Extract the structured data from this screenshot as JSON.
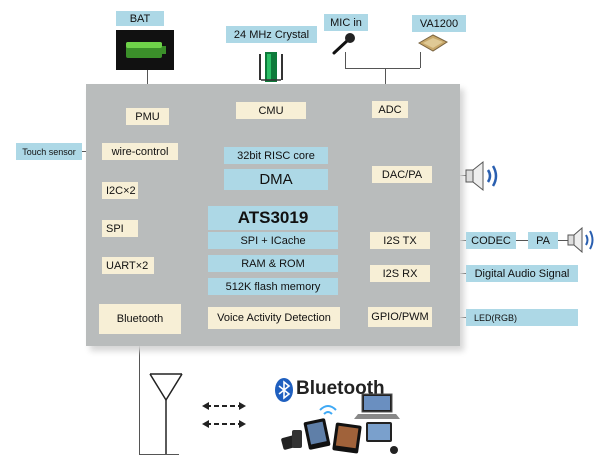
{
  "top": {
    "bat": "BAT",
    "crystal": "24 MHz Crystal",
    "mic": "MIC in",
    "va": "VA1200"
  },
  "left": {
    "pmu": "PMU",
    "touch": "Touch sensor",
    "wire": "wire-control",
    "i2c": "I2C×2",
    "spi": "SPI",
    "uart": "UART×2",
    "bluetooth": "Bluetooth"
  },
  "center": {
    "cmu": "CMU",
    "risc": "32bit RISC core",
    "dma": "DMA",
    "chip_name": "ATS3019",
    "spi_icache": "SPI + ICache",
    "ram_rom": "RAM & ROM",
    "flash": "512K flash memory",
    "vad": "Voice Activity Detection"
  },
  "right": {
    "adc": "ADC",
    "dac": "DAC/PA",
    "i2s_tx": "I2S  TX",
    "codec": "CODEC",
    "pa": "PA",
    "i2s_rx": "I2S  RX",
    "digital_audio": "Digital Audio Signal",
    "gpio": "GPIO/PWM",
    "led": "LED(RGB)"
  },
  "bottom": {
    "bluetooth_logo": "Bluetooth"
  },
  "colors": {
    "chip_bg": "#b9bcbc",
    "label_blue": "#add8e6",
    "label_cream": "#f7efd6",
    "speaker_wave": "#2a5fb0",
    "bluetooth_blue": "#1f5fbf"
  }
}
